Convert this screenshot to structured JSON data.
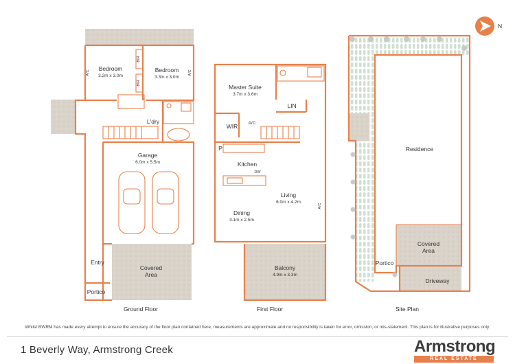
{
  "compass": {
    "label": "N",
    "icon": "north-arrow-icon"
  },
  "plans": {
    "ground": {
      "title": "Ground Floor",
      "bedroom1": {
        "name": "Bedroom",
        "size": "3.2m x 3.0m"
      },
      "bedroom2": {
        "name": "Bedroom",
        "size": "3.3m x 3.0m"
      },
      "bir": "BIR",
      "ac": "A/C",
      "laundry": "L'dry",
      "garage": {
        "name": "Garage",
        "size": "6.0m x 5.5m"
      },
      "entry": "Entry",
      "portico": "Portico",
      "covered": {
        "line1": "Covered",
        "line2": "Area"
      }
    },
    "first": {
      "title": "First Floor",
      "master": {
        "name": "Master Suite",
        "size": "3.7m x 3.6m"
      },
      "lin": "LIN",
      "wir": "WIR",
      "ac": "A/C",
      "pantry": "P",
      "kitchen": "Kitchen",
      "dw": "DW",
      "living": {
        "name": "Living",
        "size": "6.0m x 4.2m"
      },
      "dining": {
        "name": "Dining",
        "size": "3.1m x 2.5m"
      },
      "balcony": {
        "name": "Balcony",
        "size": "4.9m x 3.3m"
      }
    },
    "site": {
      "title": "Site Plan",
      "residence": "Residence",
      "covered": {
        "line1": "Covered",
        "line2": "Area"
      },
      "portico": "Portico",
      "driveway": "Driveway"
    }
  },
  "disclaimer": "Whilst BWRM  has made every attempt to ensure the accuracy of the floor plan contained here, measurements are approximate and no responsibility is taken for error, omission, or mis-statement. This plan is for illustrative purposes only.",
  "address": "1 Beverly Way, Armstrong Creek",
  "brand": {
    "name": "Armstrong",
    "tagline": "REAL ESTATE"
  },
  "colors": {
    "wall": "#e8804c",
    "paving": "#d6d0c7",
    "grass": "#c9dccd"
  }
}
